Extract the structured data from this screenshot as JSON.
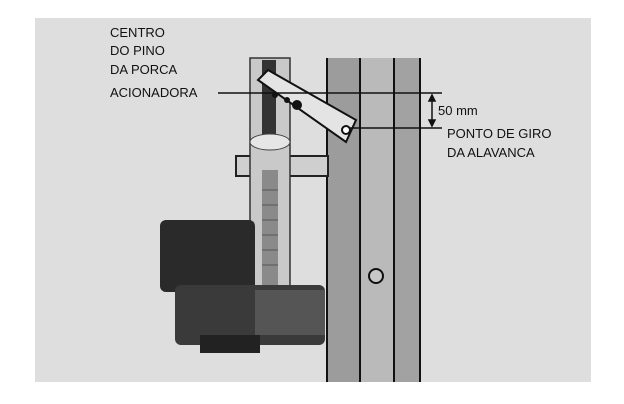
{
  "labels": {
    "pin_center": [
      "CENTRO",
      "DO PINO",
      "DA PORCA",
      "ACIONADORA"
    ],
    "dimension": "50 mm",
    "pivot_point": [
      "PONTO DE GIRO",
      "DA ALAVANCA"
    ]
  }
}
